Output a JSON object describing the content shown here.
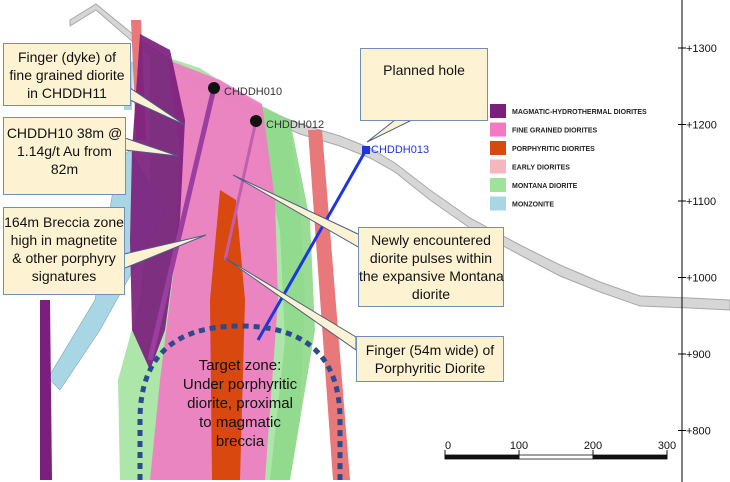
{
  "callouts": {
    "finger_dyke": [
      "Finger (dyke) of",
      "fine grained diorite",
      "in CHDDH11"
    ],
    "chddh10": [
      "CHDDH10 38m   @",
      "1.14g/t Au from",
      "82m"
    ],
    "breccia": [
      "164m Breccia zone",
      "high in magnetite",
      "& other porphyry",
      "signatures"
    ],
    "planned_hole": [
      "Planned hole"
    ],
    "newly": [
      "Newly encountered",
      "diorite pulses within",
      "the expansive Montana",
      "diorite"
    ],
    "finger_porph": [
      "Finger (54m wide) of",
      "Porphyritic Diorite"
    ]
  },
  "target_zone": [
    "Target zone:",
    "Under porphyritic",
    "diorite, proximal",
    "to magmatic",
    "breccia"
  ],
  "drill_holes": {
    "chddh010": "CHDDH010",
    "chddh012": "CHDDH012",
    "chddh013": "CHDDH013"
  },
  "legend": [
    {
      "label": "MAGMATIC-HYDROTHERMAL DIORITES",
      "color": "#7b1f7d"
    },
    {
      "label": "FINE GRAINED DIORITES",
      "color": "#f27ac3"
    },
    {
      "label": "PORPHYRITIC DIORITES",
      "color": "#d9480f"
    },
    {
      "label": "EARLY DIORITES",
      "color": "#f6b6c0"
    },
    {
      "label": "MONTANA DIORITE",
      "color": "#9fe29a"
    },
    {
      "label": "MONZONITE",
      "color": "#a9d6e5"
    }
  ],
  "elevation_ticks": [
    "+1300",
    "+1200",
    "+1100",
    "+1000",
    "+900",
    "+800"
  ],
  "scale_bar": [
    "0",
    "100",
    "200",
    "300"
  ],
  "colors": {
    "callout_fill": "#fdf3d3",
    "callout_border": "#6f8fb5",
    "target_outline": "#2c4a8c",
    "planned_hole": "#1f35e0",
    "early_diorite_dyke": "#e8787a",
    "topography": "#c9c9c9"
  }
}
